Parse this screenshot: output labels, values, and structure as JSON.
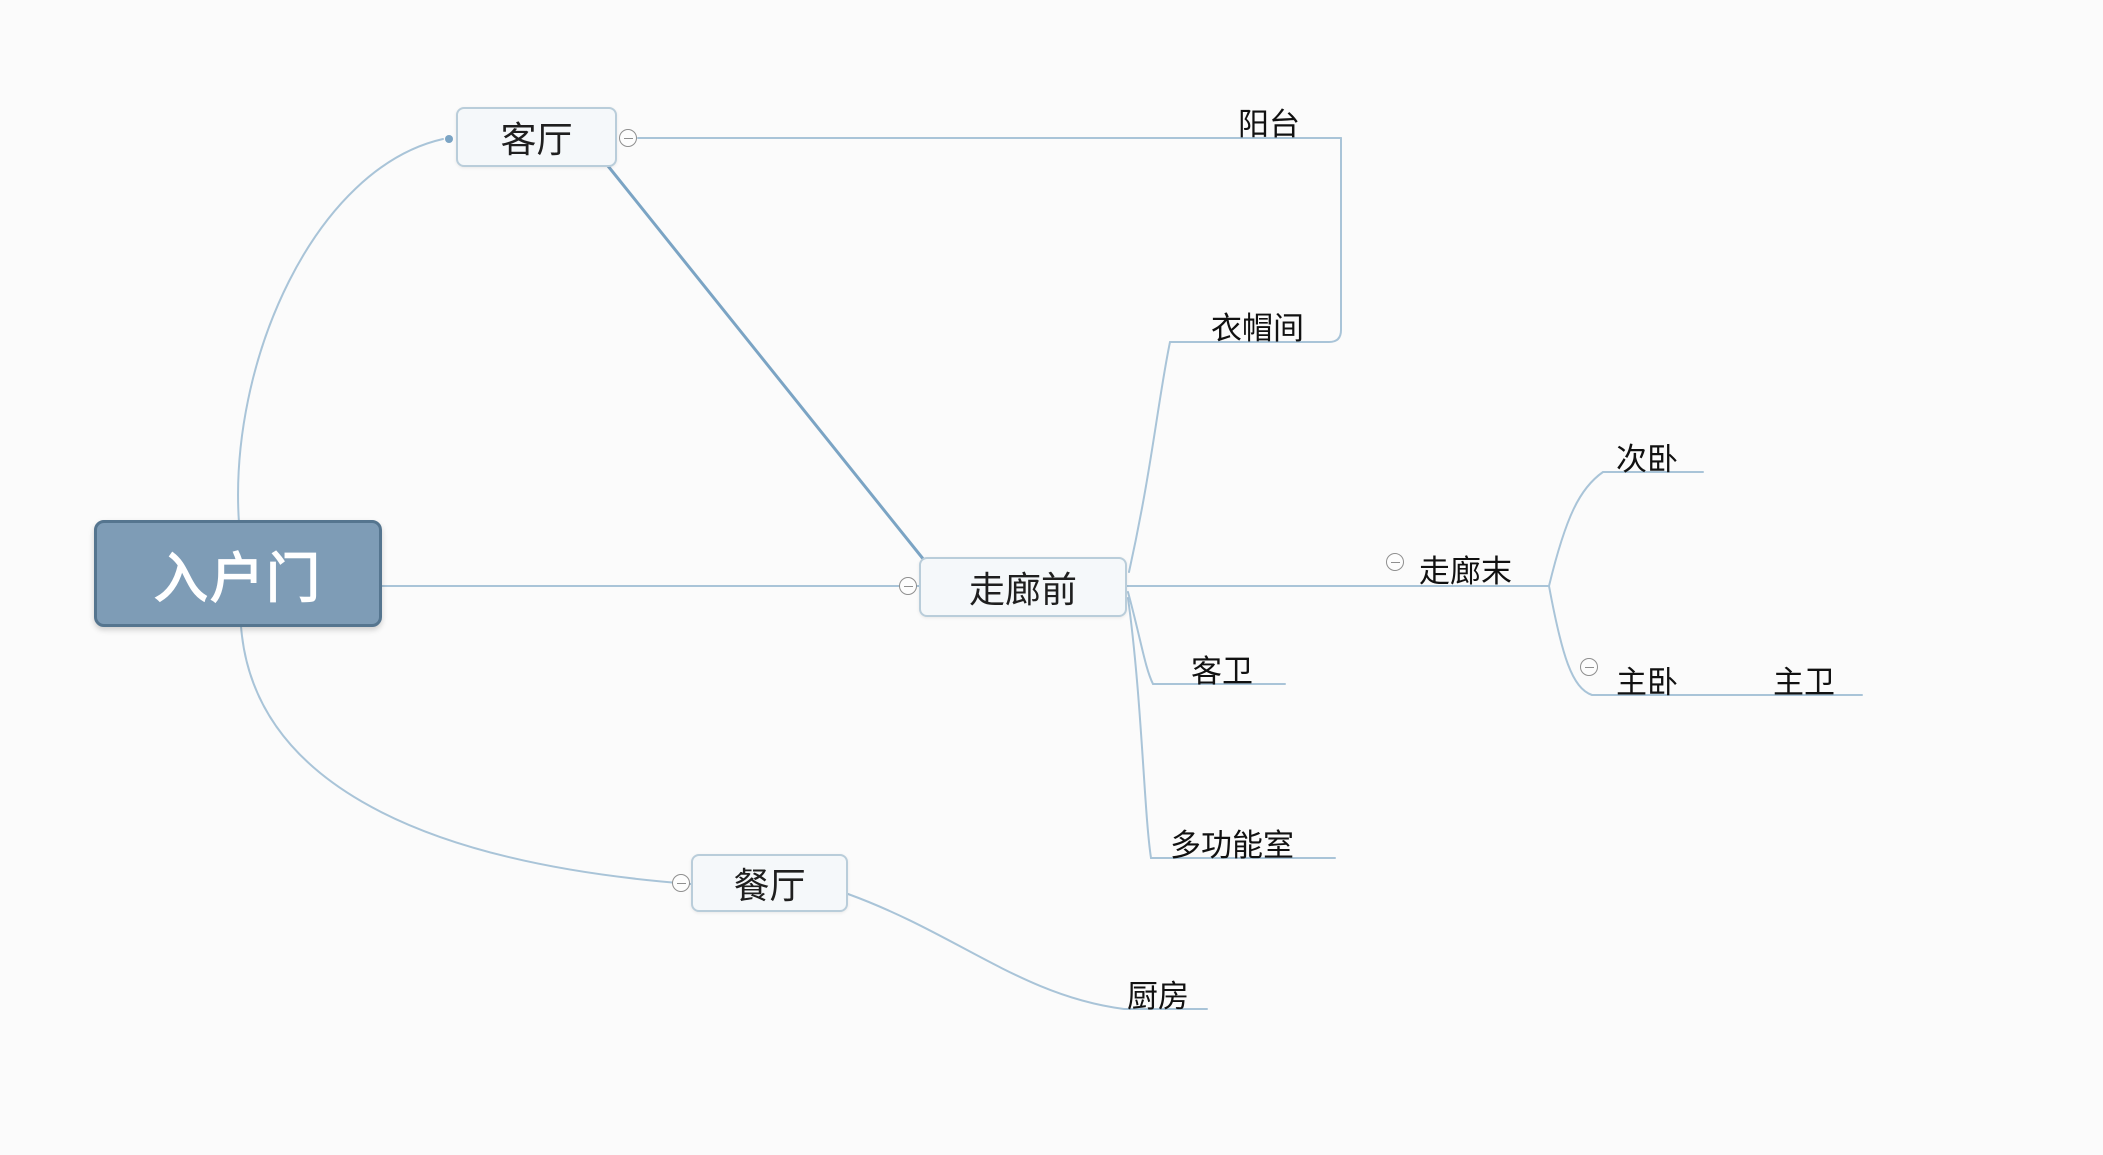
{
  "palette": {
    "branch_line": "#a9c4d8",
    "relation_line": "#7ba4c4",
    "root_fill": "#7e9cb6",
    "root_border": "#55758f",
    "root_text": "#ffffff",
    "node_fill": "#f5f8fa",
    "node_border": "#b9cdda",
    "node_text": "#1f1f1f",
    "leaf_text": "#111111",
    "collapse_border": "#8f8f8f",
    "canvas_bg": "#fbfbfb"
  },
  "icons": {
    "collapse": "circle-minus"
  },
  "mindmap": {
    "root": {
      "label": "入户门"
    },
    "topics": {
      "living_room": {
        "label": "客厅"
      },
      "balcony": {
        "label": "阳台"
      },
      "cloakroom": {
        "label": "衣帽间"
      },
      "corridor_front": {
        "label": "走廊前"
      },
      "guest_bath": {
        "label": "客卫"
      },
      "corridor_end": {
        "label": "走廊末"
      },
      "second_bedroom": {
        "label": "次卧"
      },
      "master_bedroom": {
        "label": "主卧"
      },
      "master_bath": {
        "label": "主卫"
      },
      "multi_room": {
        "label": "多功能室"
      },
      "dining_room": {
        "label": "餐厅"
      },
      "kitchen": {
        "label": "厨房"
      }
    }
  }
}
